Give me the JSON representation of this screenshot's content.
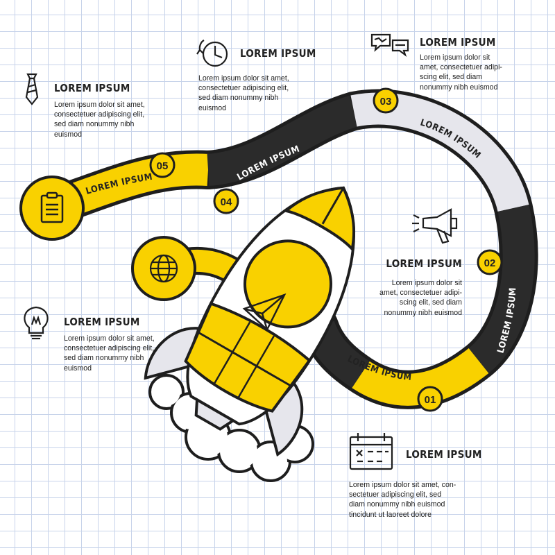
{
  "steps": [
    {
      "number": "01",
      "band_label": "LOREM IPSUM"
    },
    {
      "number": "02",
      "band_label": "LOREM IPSUM"
    },
    {
      "number": "03",
      "band_label": "LOREM IPSUM"
    },
    {
      "number": "04",
      "band_label": "LOREM IPSUM"
    },
    {
      "number": "05",
      "band_label": "LOREM IPSUM"
    }
  ],
  "blocks": {
    "tie": {
      "title": "LOREM IPSUM",
      "lines": [
        "Lorem ipsum dolor sit amet,",
        "consectetuer adipiscing elit,",
        "sed diam nonummy nibh",
        "euismod"
      ]
    },
    "clock": {
      "title": "LOREM IPSUM",
      "lines": [
        "Lorem ipsum dolor sit amet,",
        "consectetuer adipiscing elit,",
        "sed diam nonummy nibh",
        "euismod"
      ]
    },
    "chat": {
      "title": "LOREM IPSUM",
      "lines": [
        "Lorem ipsum dolor sit",
        "amet, consectetuer adipi-",
        "scing elit, sed diam",
        "nonummy nibh euismod"
      ]
    },
    "megaphone": {
      "title": "LOREM IPSUM",
      "lines": [
        "Lorem ipsum dolor sit",
        "amet, consectetuer adipi-",
        "scing elit, sed diam",
        "nonummy nibh euismod"
      ]
    },
    "bulb": {
      "title": "LOREM IPSUM",
      "lines": [
        "Lorem ipsum dolor sit amet,",
        "consectetuer adipiscing elit,",
        "sed diam nonummy nibh",
        "euismod"
      ]
    },
    "calendar": {
      "title": "LOREM IPSUM",
      "lines": [
        "Lorem ipsum dolor sit amet, con-",
        "sectetuer adipiscing elit, sed",
        "diam nonummy nibh euismod",
        "tincidunt ut laoreet dolore"
      ]
    }
  },
  "colors": {
    "yellow": "#f9d100",
    "black": "#2b2b2b",
    "light_gray": "#e6e6ec",
    "outline": "#1e1e1e",
    "grid": "#c7d3ea"
  }
}
